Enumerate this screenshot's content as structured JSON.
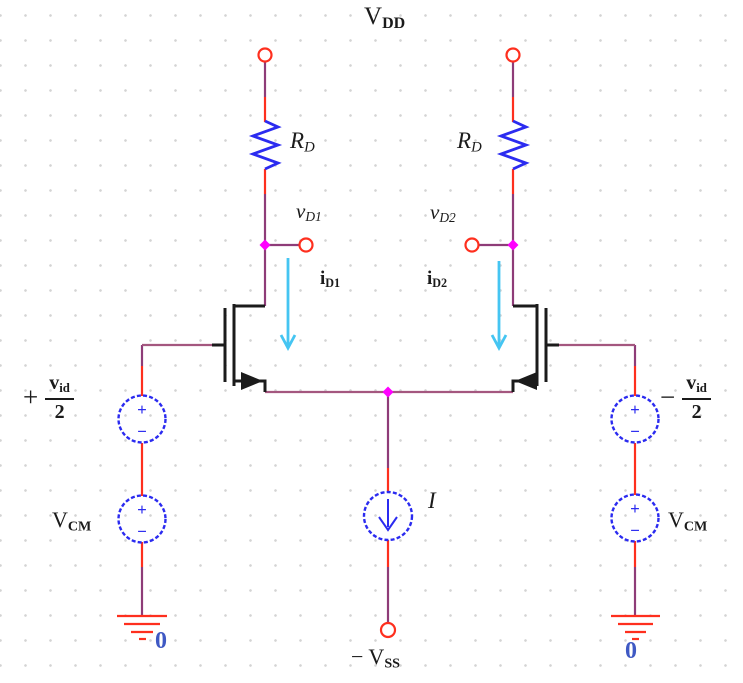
{
  "title": {
    "main": "V",
    "sub": "DD"
  },
  "left": {
    "rd": {
      "main": "R",
      "sub": "D"
    },
    "vd": {
      "main": "v",
      "sub": "D1"
    },
    "id": {
      "main": "i",
      "sub": "D1"
    },
    "vdiff": {
      "sign": "+",
      "num_main": "v",
      "num_sub": "id",
      "den": "2"
    },
    "vcm": {
      "main": "V",
      "sub": "CM"
    },
    "zero": "0"
  },
  "right": {
    "rd": {
      "main": "R",
      "sub": "D"
    },
    "vd": {
      "main": "v",
      "sub": "D2"
    },
    "id": {
      "main": "i",
      "sub": "D2"
    },
    "vdiff": {
      "sign": "−",
      "num_main": "v",
      "num_sub": "id",
      "den": "2"
    },
    "vcm": {
      "main": "V",
      "sub": "CM"
    },
    "zero": "0"
  },
  "tail": {
    "current": "I",
    "vss_sign": "−",
    "vss_main": "V",
    "vss_sub": "SS"
  },
  "source_marks": {
    "plus": "+",
    "minus": "−"
  },
  "colors": {
    "wire_red": "#fe2f1e",
    "wire_plum": "#8e3c78",
    "wire_mauve": "#a4577f",
    "node_magenta": "#ff00ff",
    "component_blue": "#2b2bf0",
    "current_arrow_cyan": "#45c5f2",
    "black": "#1b1b1b",
    "zero_blue": "#3f59c4"
  }
}
